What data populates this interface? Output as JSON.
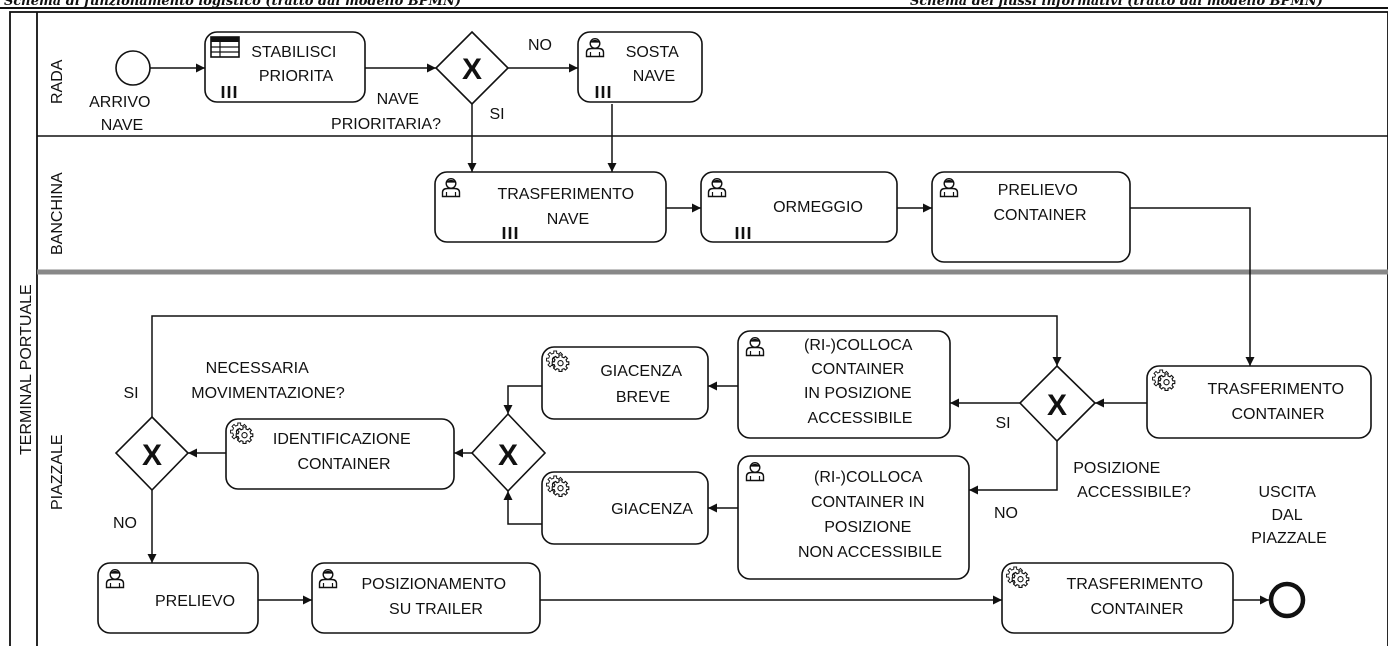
{
  "header": {
    "left_fragment": "Schema di funzionamento logistico (tratto dal modello BPMN)",
    "right_fragment": "Schema dei flussi informativi (tratto dal modello BPMN)"
  },
  "pool": {
    "label": "TERMINAL PORTUALE"
  },
  "lanes": [
    {
      "label": "RADA"
    },
    {
      "label": "BANCHINA"
    },
    {
      "label": "PIAZZALE"
    }
  ],
  "events": {
    "start": {
      "label": [
        "ARRIVO",
        "NAVE"
      ]
    },
    "end": {
      "label": [
        "USCITA",
        "DAL",
        "PIAZZALE"
      ]
    }
  },
  "tasks": {
    "stabilisci_priorita": {
      "label": [
        "STABILISCI",
        "PRIORITA"
      ],
      "type": "business-rule",
      "marker": "multi-instance"
    },
    "sosta_nave": {
      "label": [
        "SOSTA",
        "NAVE"
      ],
      "type": "user",
      "marker": "multi-instance"
    },
    "trasferimento_nave": {
      "label": [
        "TRASFERIMENTO",
        "NAVE"
      ],
      "type": "user",
      "marker": "multi-instance"
    },
    "ormeggio": {
      "label": [
        "ORMEGGIO"
      ],
      "type": "user",
      "marker": "multi-instance"
    },
    "prelievo_container": {
      "label": [
        "PRELIEVO",
        "CONTAINER"
      ],
      "type": "user"
    },
    "trasferimento_container_1": {
      "label": [
        "TRASFERIMENTO",
        "CONTAINER"
      ],
      "type": "service"
    },
    "colloca_accessibile": {
      "label": [
        "(RI-)COLLOCA",
        "CONTAINER",
        "IN POSIZIONE",
        "ACCESSIBILE"
      ],
      "type": "user"
    },
    "colloca_non_accessibile": {
      "label": [
        "(RI-)COLLOCA",
        "CONTAINER IN",
        "POSIZIONE",
        "NON ACCESSIBILE"
      ],
      "type": "user"
    },
    "giacenza_breve": {
      "label": [
        "GIACENZA",
        "BREVE"
      ],
      "type": "service"
    },
    "giacenza": {
      "label": [
        "GIACENZA"
      ],
      "type": "service"
    },
    "identificazione_container": {
      "label": [
        "IDENTIFICAZIONE",
        "CONTAINER"
      ],
      "type": "service"
    },
    "prelievo": {
      "label": [
        "PRELIEVO"
      ],
      "type": "user"
    },
    "posizionamento_trailer": {
      "label": [
        "POSIZIONAMENTO",
        "SU TRAILER"
      ],
      "type": "user"
    },
    "trasferimento_container_2": {
      "label": [
        "TRASFERIMENTO",
        "CONTAINER"
      ],
      "type": "service"
    }
  },
  "gateways": {
    "nave_prioritaria": {
      "label": [
        "NAVE",
        "PRIORITARIA?"
      ],
      "symbol": "X"
    },
    "posizione_accessibile": {
      "label": [
        "POSIZIONE",
        "ACCESSIBILE?"
      ],
      "symbol": "X"
    },
    "merge_giacenza": {
      "label": [],
      "symbol": "X"
    },
    "necessaria_movimentazione": {
      "label": [
        "NECESSARIA",
        "MOVIMENTAZIONE?"
      ],
      "symbol": "X"
    }
  },
  "flow_labels": {
    "priority_no": "NO",
    "priority_si": "SI",
    "accessible_si": "SI",
    "accessible_no": "NO",
    "movement_si": "SI",
    "movement_no": "NO"
  }
}
